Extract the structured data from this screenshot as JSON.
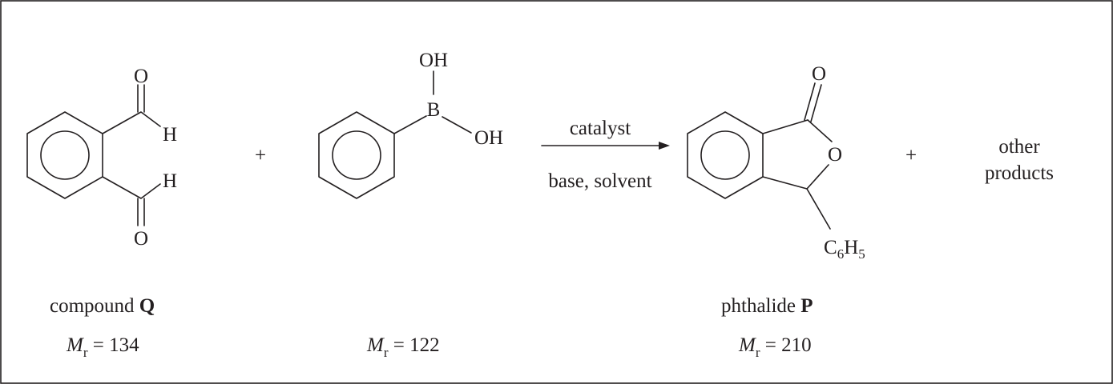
{
  "reactant_q": {
    "atoms": {
      "o_top": "O",
      "h_top": "H",
      "h_bottom": "H",
      "o_bottom": "O"
    },
    "name": {
      "text": "compound ",
      "letter": "Q"
    },
    "mass": {
      "symbol": "M",
      "subscript": "r",
      "value": " = 134"
    }
  },
  "plus_1": "+",
  "reactant_boronic": {
    "atoms": {
      "oh_top": "OH",
      "boron": "B",
      "oh_right": "OH"
    },
    "mass": {
      "symbol": "M",
      "subscript": "r",
      "value": " = 122"
    }
  },
  "conditions": {
    "above_arrow": "catalyst",
    "below_arrow": "base, solvent"
  },
  "product_p": {
    "atoms": {
      "o_carbonyl": "O",
      "o_ring": "O",
      "substituent_c": "C",
      "substituent_c_sub": "6",
      "substituent_h": "H",
      "substituent_h_sub": "5"
    },
    "name": {
      "text": "phthalide ",
      "letter": "P"
    },
    "mass": {
      "symbol": "M",
      "subscript": "r",
      "value": " = 210"
    }
  },
  "plus_2": "+",
  "other_products": {
    "line1": "other",
    "line2": "products"
  }
}
